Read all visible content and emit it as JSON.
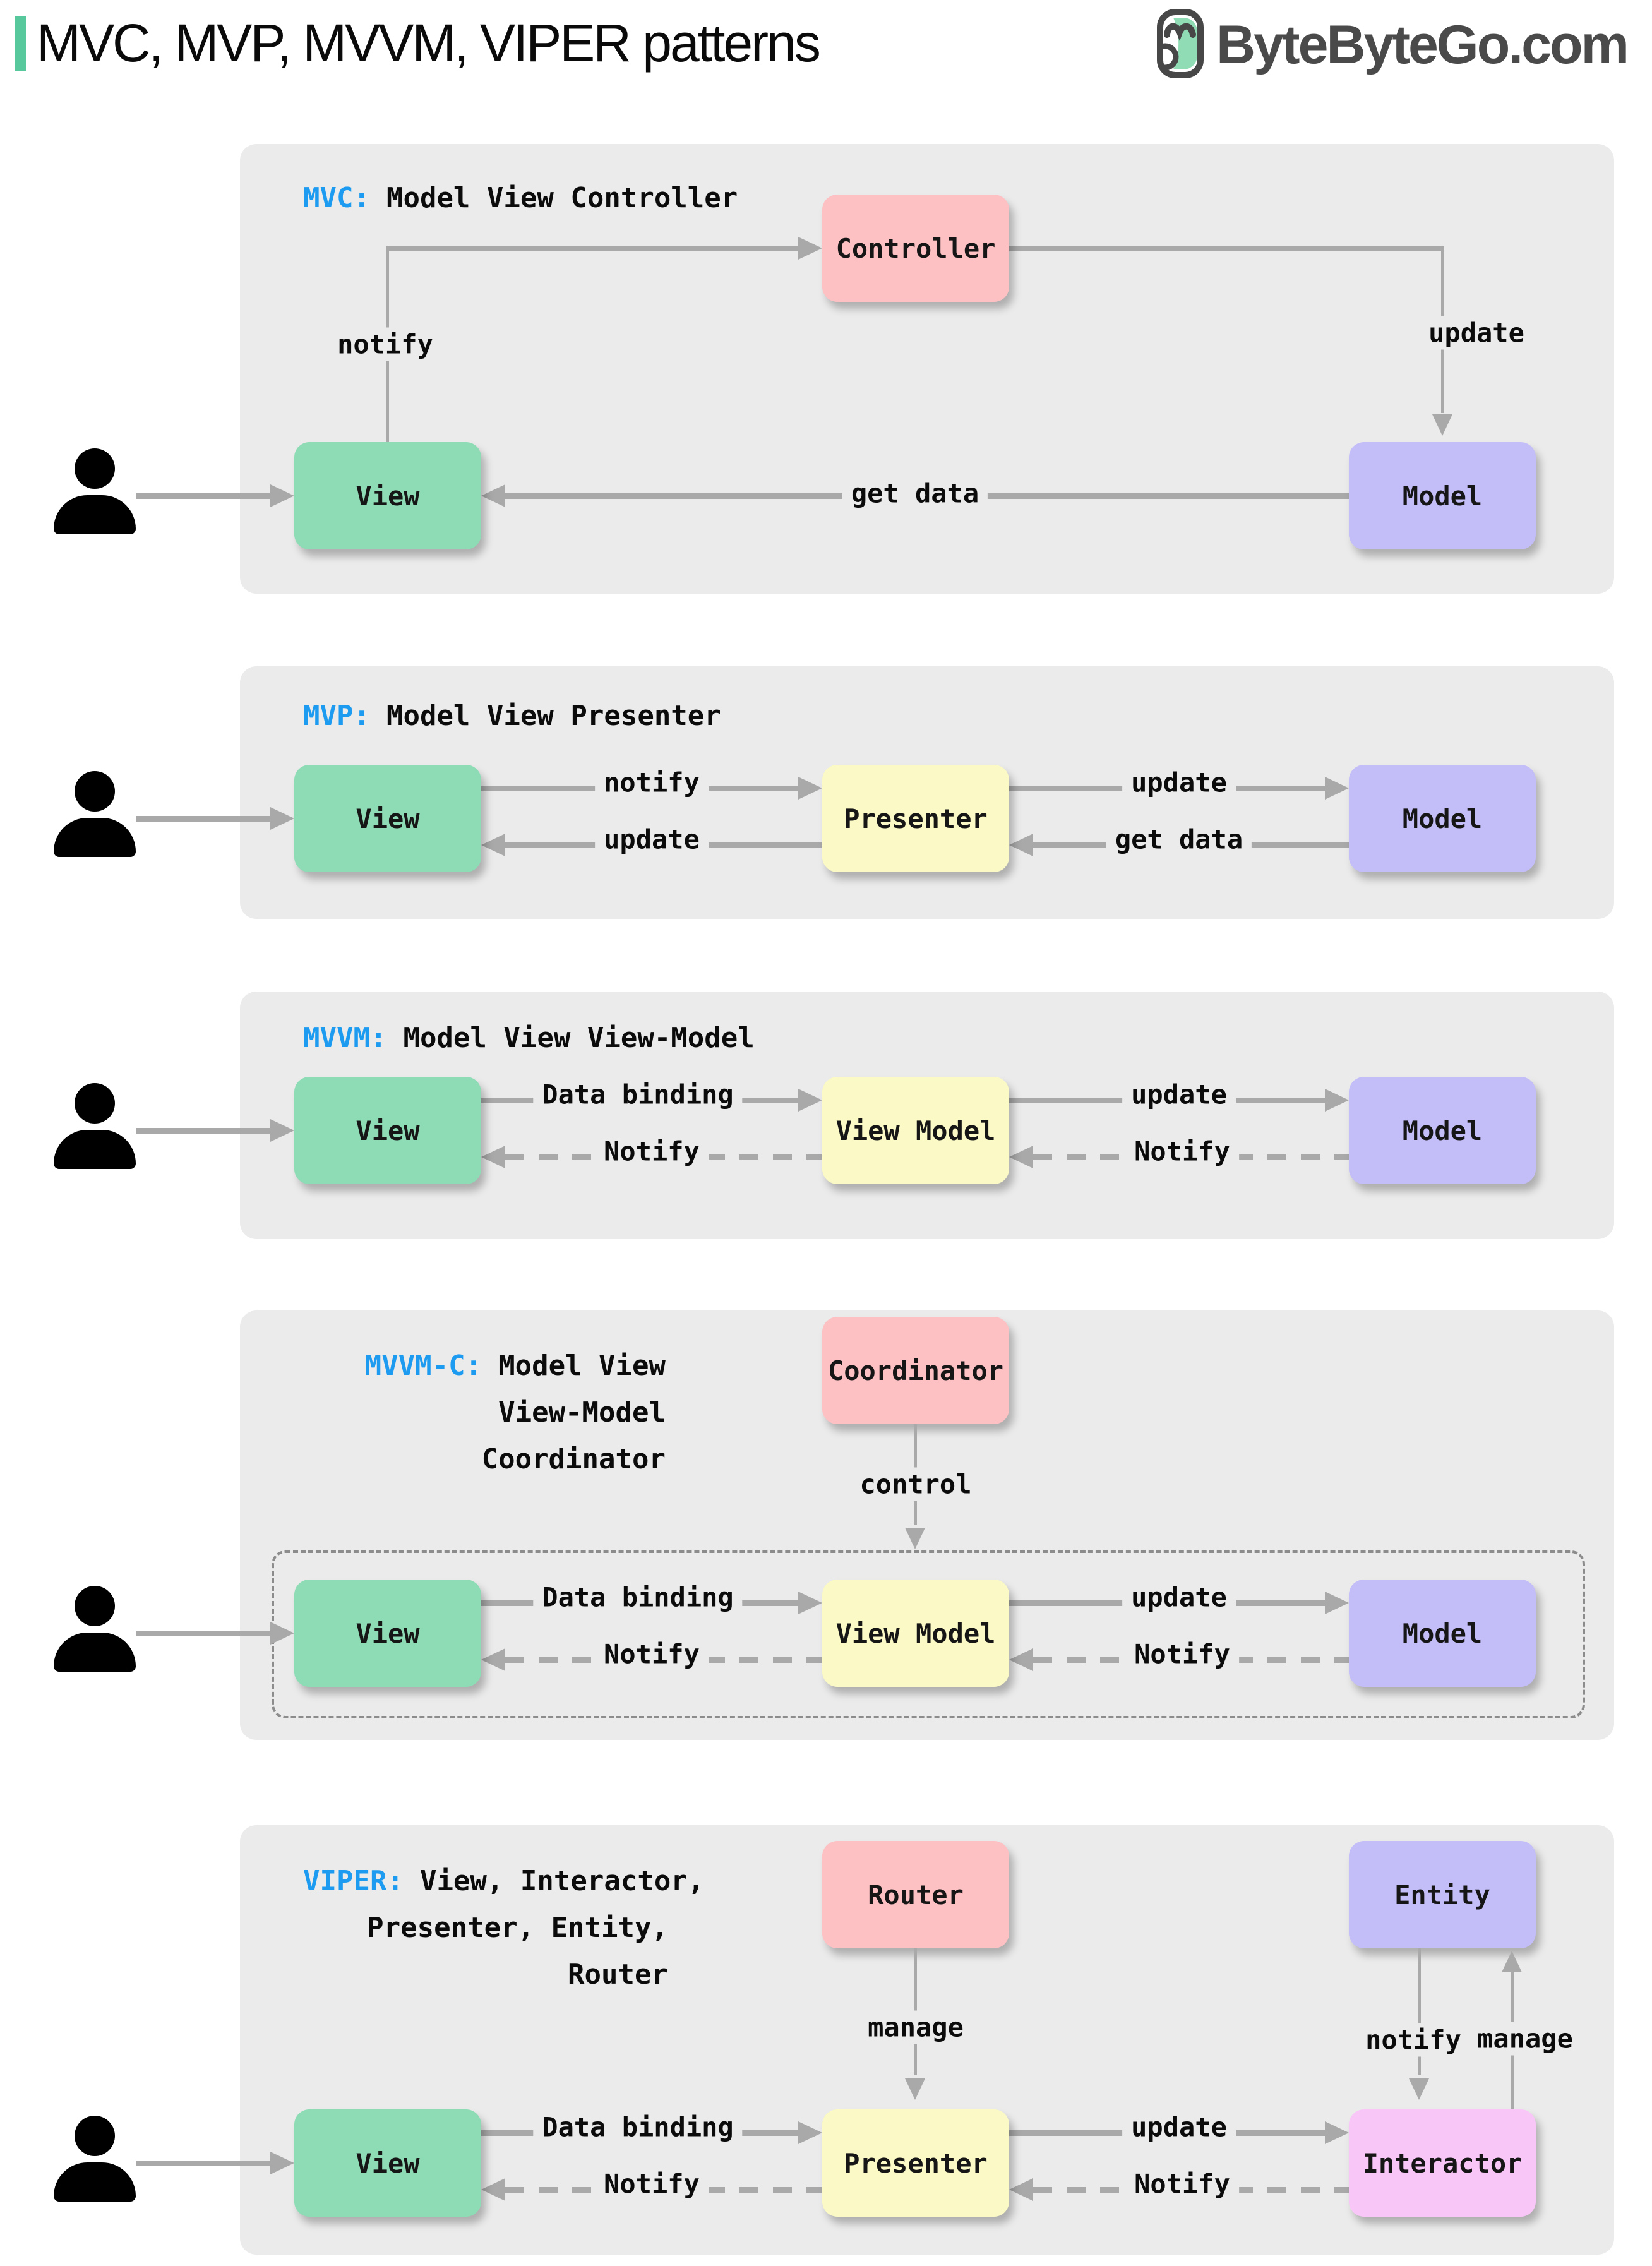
{
  "header": {
    "title": "MVC, MVP, MVVM, VIPER patterns",
    "brand": "ByteByteGo.com"
  },
  "colors": {
    "accent_blue": "#1d9bf0",
    "title_bar_teal": "#57c89c",
    "panel_bg": "#ebebeb",
    "box_green": "#8edcb5",
    "box_yellow": "#fbf9c5",
    "box_purple": "#c3bdf8",
    "box_pink": "#fec1c3",
    "box_magenta": "#f9c6f8",
    "arrow_gray": "#a9a9a9"
  },
  "mvc": {
    "abbr": "MVC:",
    "name": "Model View Controller",
    "boxes": {
      "controller": "Controller",
      "view": "View",
      "model": "Model"
    },
    "edges": {
      "notify": "notify",
      "update": "update",
      "get_data": "get data"
    }
  },
  "mvp": {
    "abbr": "MVP:",
    "name": "Model View Presenter",
    "boxes": {
      "view": "View",
      "presenter": "Presenter",
      "model": "Model"
    },
    "edges": {
      "notify": "notify",
      "update_to_model": "update",
      "update_to_view": "update",
      "get_data": "get data"
    }
  },
  "mvvm": {
    "abbr": "MVVM:",
    "name": "Model View View-Model",
    "boxes": {
      "view": "View",
      "view_model": "View Model",
      "model": "Model"
    },
    "edges": {
      "data_binding": "Data binding",
      "update": "update",
      "notify_view": "Notify",
      "notify_view_model": "Notify"
    }
  },
  "mvvm_c": {
    "abbr": "MVVM-C:",
    "name_line1": "Model View",
    "name_line2": "View-Model",
    "name_line3": "Coordinator",
    "boxes": {
      "coordinator": "Coordinator",
      "view": "View",
      "view_model": "View Model",
      "model": "Model"
    },
    "edges": {
      "control": "control",
      "data_binding": "Data binding",
      "update": "update",
      "notify_view": "Notify",
      "notify_view_model": "Notify"
    }
  },
  "viper": {
    "abbr": "VIPER:",
    "name_line1": "View, Interactor,",
    "name_line2": "Presenter, Entity,",
    "name_line3": "Router",
    "boxes": {
      "router": "Router",
      "entity": "Entity",
      "view": "View",
      "presenter": "Presenter",
      "interactor": "Interactor"
    },
    "edges": {
      "manage_presenter": "manage",
      "notify_interactor": "notify",
      "manage_entity": "manage",
      "data_binding": "Data binding",
      "update": "update",
      "notify_view": "Notify",
      "notify_presenter": "Notify"
    }
  }
}
